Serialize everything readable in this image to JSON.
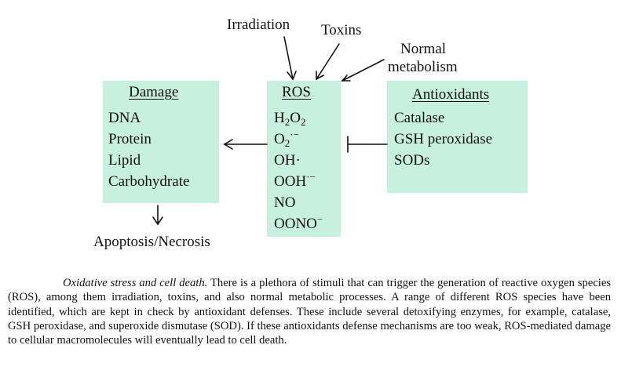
{
  "stimuli": {
    "irradiation": "Irradiation",
    "toxins": "Toxins",
    "normal_line1": "Normal",
    "normal_line2": "metabolism"
  },
  "damage": {
    "title": "Damage",
    "items": [
      "DNA",
      "Protein",
      "Lipid",
      "Carbohydrate"
    ],
    "outcome": "Apoptosis/Necrosis"
  },
  "ros": {
    "title": "ROS",
    "species": [
      {
        "base": "H",
        "sub1": "2",
        "mid": "O",
        "sub2": "2",
        "sup": ""
      },
      {
        "base": "O",
        "sub1": "2",
        "mid": "",
        "sub2": "",
        "sup": "·−"
      },
      {
        "base": "OH·",
        "sub1": "",
        "mid": "",
        "sub2": "",
        "sup": ""
      },
      {
        "base": "OOH",
        "sub1": "",
        "mid": "",
        "sub2": "",
        "sup": "·−"
      },
      {
        "base": "NO",
        "sub1": "",
        "mid": "",
        "sub2": "",
        "sup": ""
      },
      {
        "base": "OONO",
        "sub1": "",
        "mid": "",
        "sub2": "",
        "sup": "−"
      }
    ]
  },
  "antioxidants": {
    "title": "Antioxidants",
    "items": [
      "Catalase",
      "GSH peroxidase",
      "SODs"
    ]
  },
  "caption": {
    "title": "Oxidative stress and cell death.",
    "body": " There is a plethora of stimuli that can trigger the generation of reactive oxygen species (ROS), among them irradiation, toxins, and also normal metabolic processes. A range of different ROS species have been identified, which are kept in check by antioxidant defenses. These include several detoxifying enzymes, for example, catalase, GSH peroxidase, and superoxide dismutase (SOD). If these antioxidants defense mechanisms are too weak, ROS-mediated damage to cellular macromolecules will eventually lead to cell death."
  },
  "colors": {
    "box_fill": "#c8f0de",
    "text": "#111111"
  }
}
